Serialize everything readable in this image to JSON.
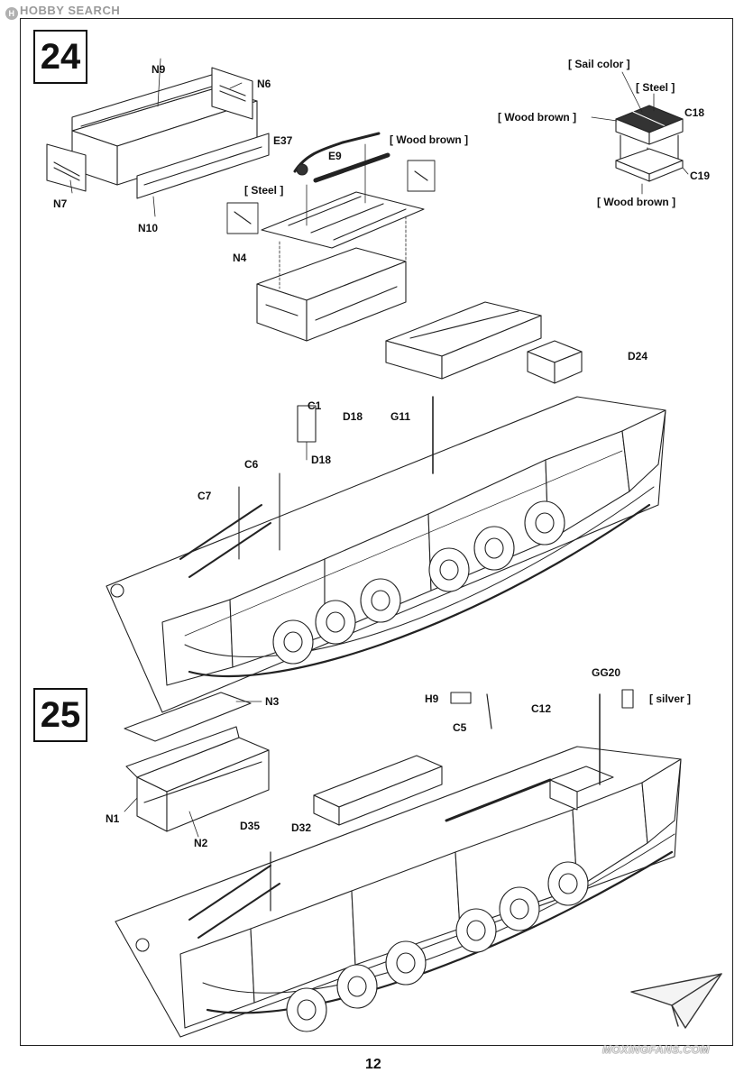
{
  "watermark_top": {
    "logo": "H",
    "text": "HOBBY SEARCH"
  },
  "steps": [
    {
      "number": "24",
      "labels": {
        "n9": "N9",
        "n6": "N6",
        "n7": "N7",
        "n10": "N10",
        "e37": "E37",
        "e9": "E9",
        "steel": "[ Steel ]",
        "wood_brown": "[ Wood brown ]",
        "n4": "N4",
        "c1": "C1",
        "d18a": "D18",
        "d18b": "D18",
        "g11": "G11",
        "c6": "C6",
        "c7": "C7",
        "d24": "D24",
        "sail_color": "[ Sail color ]",
        "steel_box": "[ Steel ]",
        "wood_brown_left": "[ Wood brown ]",
        "c18": "C18",
        "c19": "C19",
        "wood_brown_bottom": "[ Wood brown ]"
      }
    },
    {
      "number": "25",
      "labels": {
        "n3": "N3",
        "n1": "N1",
        "n2": "N2",
        "d35": "D35",
        "d32": "D32",
        "h9": "H9",
        "c5": "C5",
        "gg20": "GG20",
        "silver": "[ silver ]",
        "c12": "C12"
      }
    }
  ],
  "page_number": "12",
  "watermark_bottom": "MOXINGFANS.COM",
  "colors": {
    "line": "#222222",
    "paper": "#ffffff",
    "dark_part": "#333333"
  }
}
